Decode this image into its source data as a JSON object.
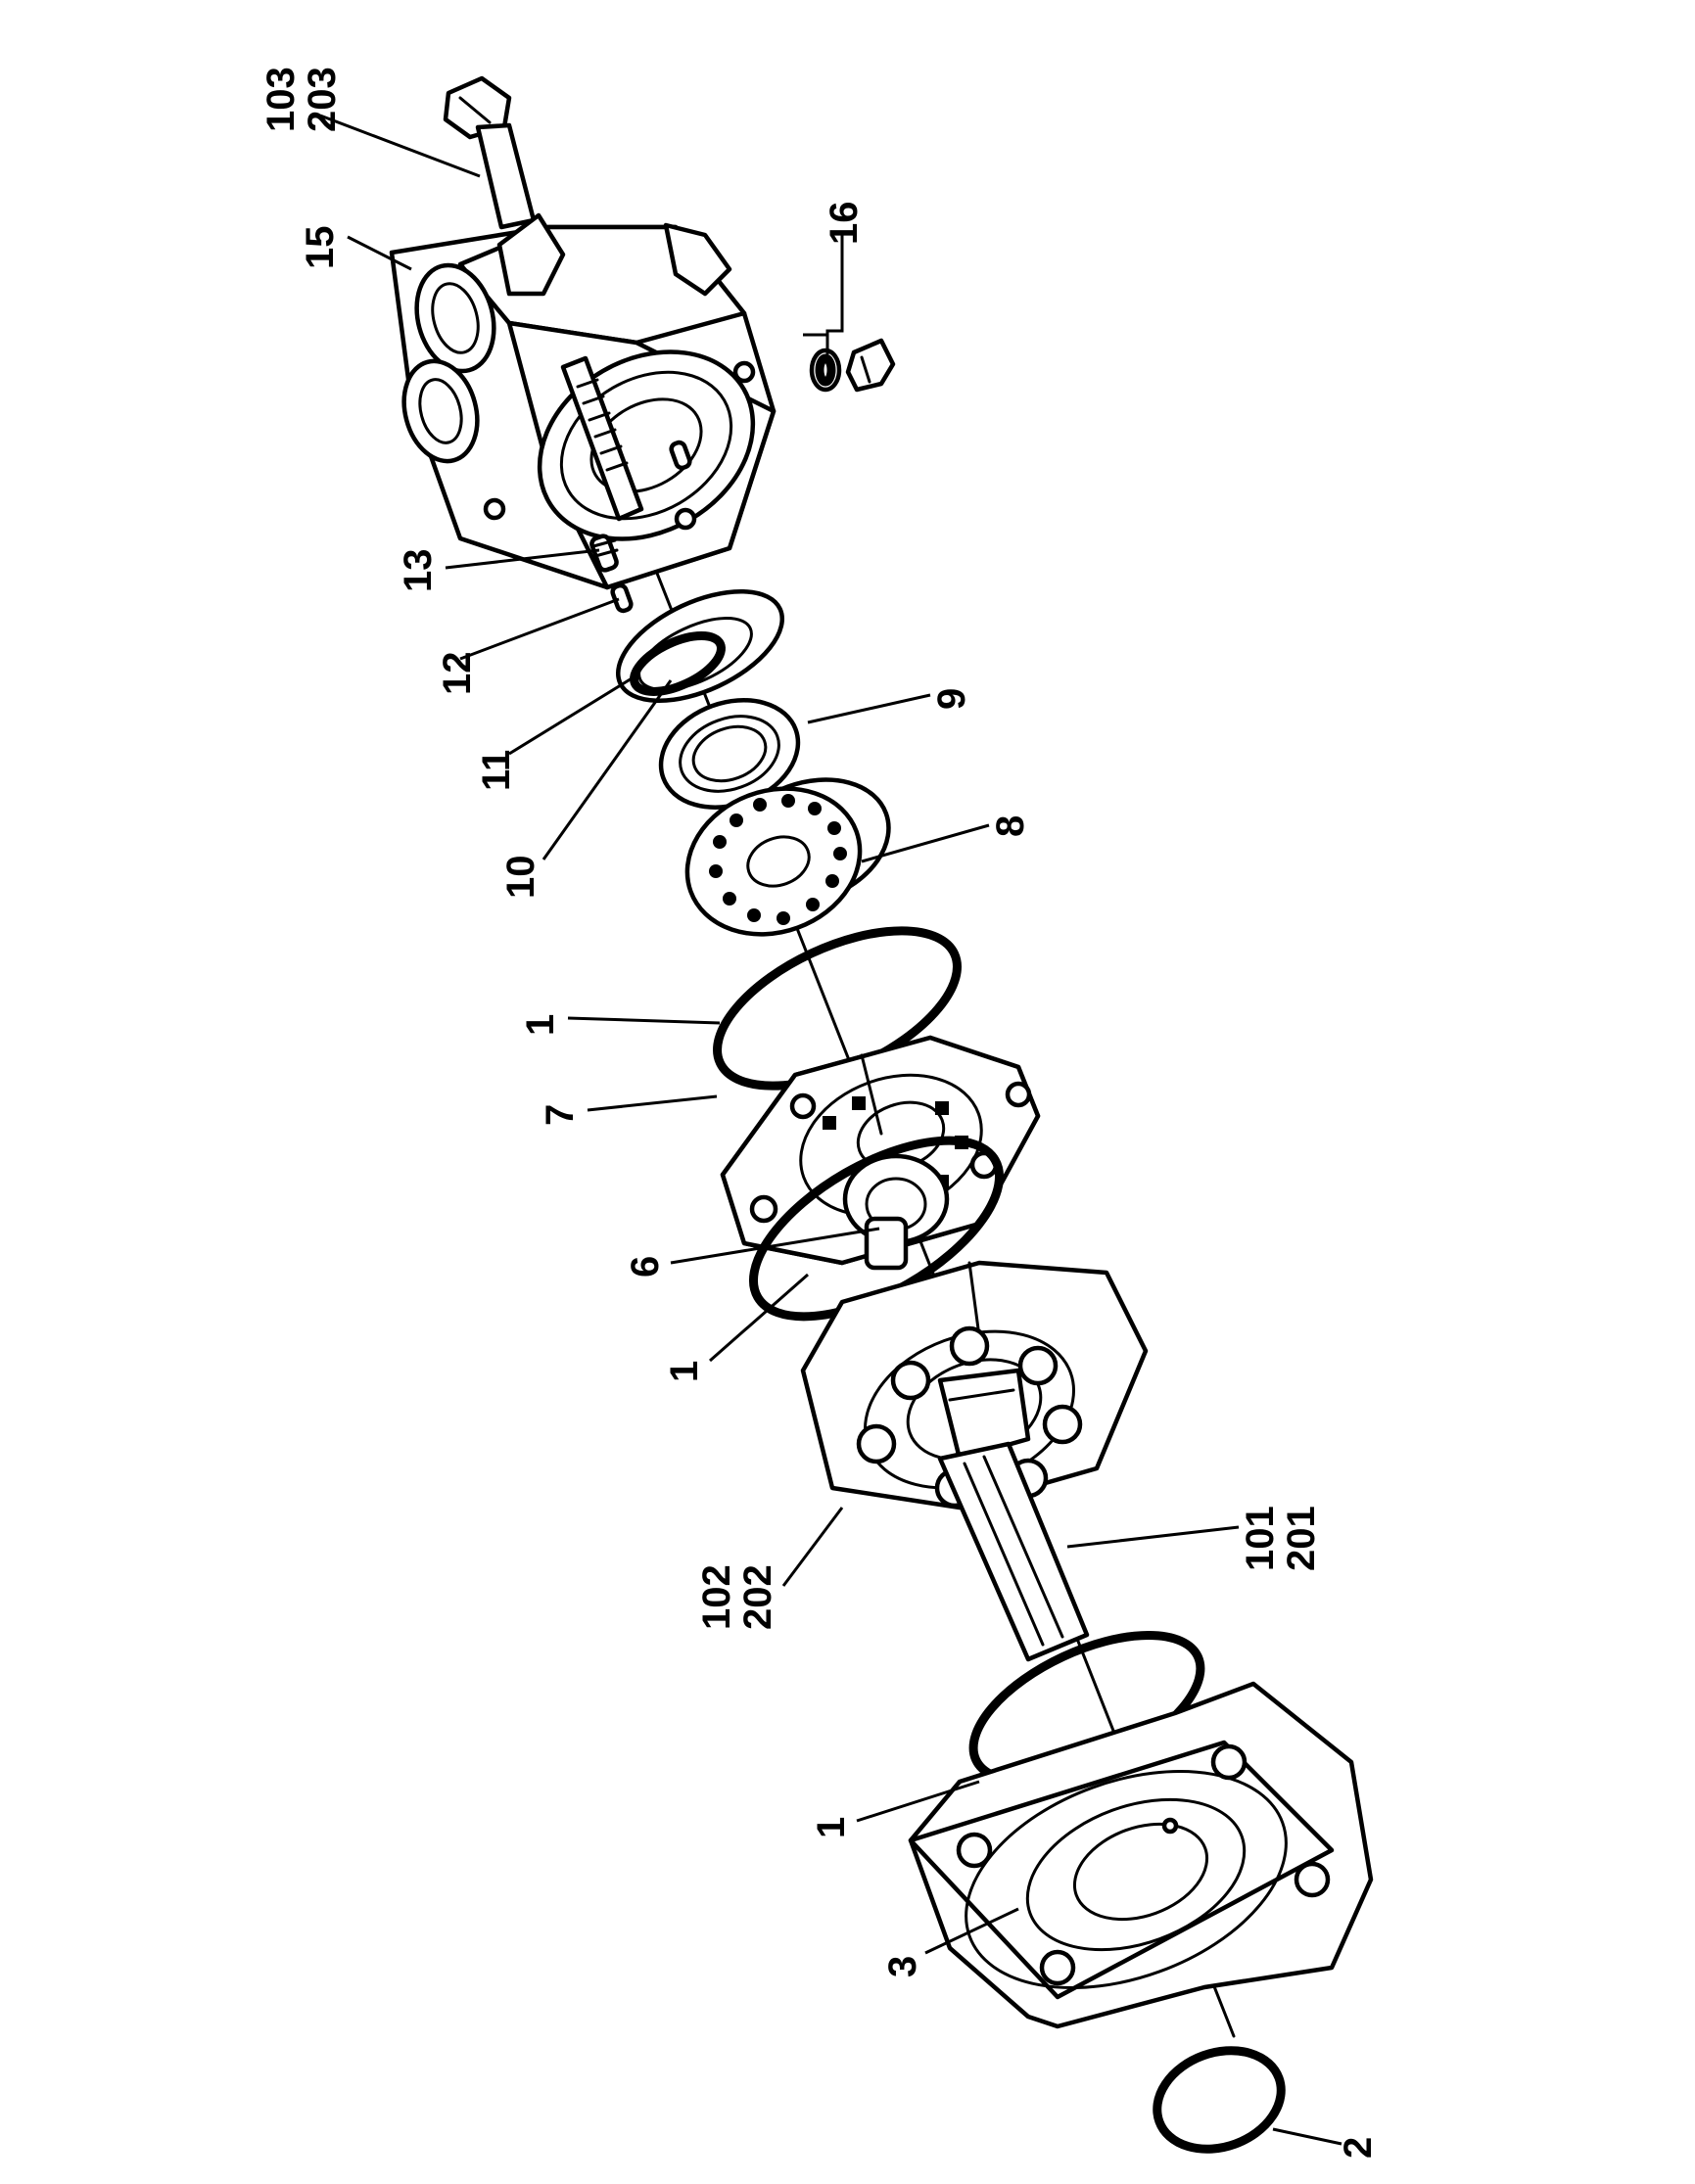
{
  "diagram": {
    "labels": [
      {
        "id": "103_203",
        "lines": [
          "103",
          "203"
        ]
      },
      {
        "id": "15",
        "lines": [
          "15"
        ]
      },
      {
        "id": "16",
        "lines": [
          "16"
        ]
      },
      {
        "id": "13",
        "lines": [
          "13"
        ]
      },
      {
        "id": "12",
        "lines": [
          "12"
        ]
      },
      {
        "id": "11",
        "lines": [
          "11"
        ]
      },
      {
        "id": "10",
        "lines": [
          "10"
        ]
      },
      {
        "id": "9",
        "lines": [
          "9"
        ]
      },
      {
        "id": "8",
        "lines": [
          "8"
        ]
      },
      {
        "id": "1a",
        "lines": [
          "1"
        ]
      },
      {
        "id": "7",
        "lines": [
          "7"
        ]
      },
      {
        "id": "6",
        "lines": [
          "6"
        ]
      },
      {
        "id": "1b",
        "lines": [
          "1"
        ]
      },
      {
        "id": "102_202",
        "lines": [
          "102",
          "202"
        ]
      },
      {
        "id": "101_201",
        "lines": [
          "101",
          "201"
        ]
      },
      {
        "id": "1c",
        "lines": [
          "1"
        ]
      },
      {
        "id": "3",
        "lines": [
          "3"
        ]
      },
      {
        "id": "2",
        "lines": [
          "2"
        ]
      }
    ]
  }
}
